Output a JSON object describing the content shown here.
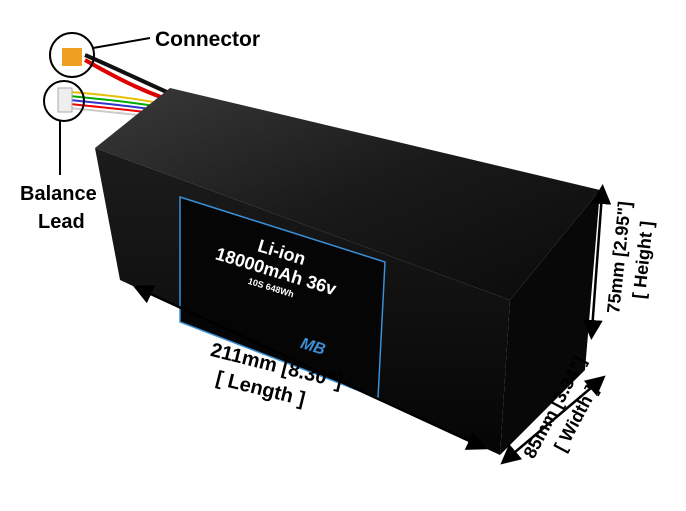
{
  "callouts": {
    "connector": "Connector",
    "balance_line1": "Balance",
    "balance_line2": "Lead"
  },
  "label": {
    "chemistry": "Li-ion",
    "capacity_voltage": "18000mAh 36v",
    "spec": "10S 648Wh",
    "logo": "MB"
  },
  "dimensions": {
    "length": "211mm [8.30\"]",
    "length_name": "[ Length ]",
    "width": "85mm [3.34\"]",
    "width_name": "[ Width ]",
    "height": "75mm [2.95\"]",
    "height_name": "[ Height ]"
  },
  "colors": {
    "body": "#0d0d0d",
    "label_border": "#3a8fd6",
    "connector": "#f0a020"
  }
}
